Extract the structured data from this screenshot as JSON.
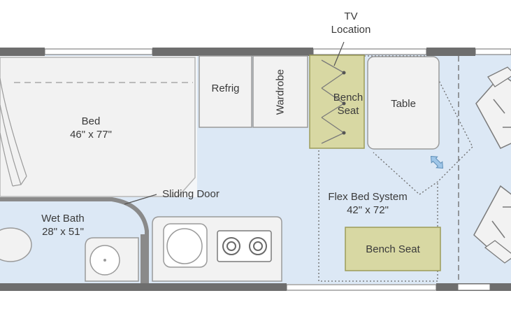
{
  "annotations": {
    "tv_location_line1": "TV",
    "tv_location_line2": "Location",
    "sliding_door": "Sliding Door",
    "flex_bed_system": "Flex Bed System",
    "flex_bed_system_size": "42\" x 72\""
  },
  "rooms": {
    "bed": {
      "label": "Bed",
      "size": "46\" x 77\""
    },
    "wet_bath": {
      "label": "Wet Bath",
      "size": "28\" x 51\""
    },
    "refrigerator": {
      "label": "Refrig"
    },
    "wardrobe": {
      "label": "Wardrobe"
    },
    "bench_seat_upper": {
      "line1": "Bench",
      "line2": "Seat"
    },
    "table": {
      "label": "Table"
    },
    "bench_seat_lower": {
      "label": "Bench Seat"
    }
  },
  "colors": {
    "floor": "#dce8f5",
    "wall": "#6e6e6e",
    "fixture": "#f2f2f2",
    "bench": "#d8d8a3",
    "bench_stroke": "#9c9c5a",
    "table_arrow": "#9fc6e8"
  }
}
